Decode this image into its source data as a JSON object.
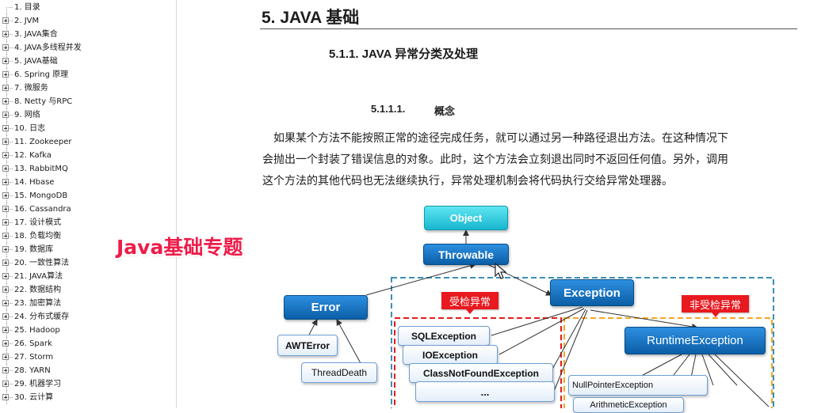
{
  "sidebar": {
    "items": [
      {
        "label": "1. 目录",
        "expandable": false
      },
      {
        "label": "2. JVM",
        "expandable": true
      },
      {
        "label": "3. JAVA集合",
        "expandable": true
      },
      {
        "label": "4. JAVA多线程并发",
        "expandable": true
      },
      {
        "label": "5. JAVA基础",
        "expandable": true
      },
      {
        "label": "6. Spring 原理",
        "expandable": true
      },
      {
        "label": "7. 微服务",
        "expandable": true
      },
      {
        "label": "8. Netty 与RPC",
        "expandable": true
      },
      {
        "label": "9. 网络",
        "expandable": true
      },
      {
        "label": "10. 日志",
        "expandable": true
      },
      {
        "label": "11. Zookeeper",
        "expandable": true
      },
      {
        "label": "12. Kafka",
        "expandable": true
      },
      {
        "label": "13. RabbitMQ",
        "expandable": true
      },
      {
        "label": "14. Hbase",
        "expandable": true
      },
      {
        "label": "15. MongoDB",
        "expandable": true
      },
      {
        "label": "16. Cassandra",
        "expandable": true
      },
      {
        "label": "17. 设计模式",
        "expandable": true
      },
      {
        "label": "18. 负载均衡",
        "expandable": true
      },
      {
        "label": "19. 数据库",
        "expandable": true
      },
      {
        "label": "20. 一致性算法",
        "expandable": true
      },
      {
        "label": "21. JAVA算法",
        "expandable": true
      },
      {
        "label": "22. 数据结构",
        "expandable": true
      },
      {
        "label": "23. 加密算法",
        "expandable": true
      },
      {
        "label": "24. 分布式缓存",
        "expandable": true
      },
      {
        "label": "25. Hadoop",
        "expandable": true
      },
      {
        "label": "26. Spark",
        "expandable": true
      },
      {
        "label": "27. Storm",
        "expandable": true
      },
      {
        "label": "28. YARN",
        "expandable": true
      },
      {
        "label": "29. 机器学习",
        "expandable": true
      },
      {
        "label": "30. 云计算",
        "expandable": true
      }
    ]
  },
  "document": {
    "h1": "5. JAVA 基础",
    "h2": "5.1.1.  JAVA 异常分类及处理",
    "h3_number": "5.1.1.1.",
    "h3_title": "概念",
    "paragraph_lines": [
      "如果某个方法不能按照正常的途径完成任务，就可以通过另一种路径退出方法。在这种情况下",
      "会抛出一个封装了错误信息的对象。此时，这个方法会立刻退出同时不返回任何值。另外，调用",
      "这个方法的其他代码也无法继续执行，异常处理机制会将代码执行交给异常处理器。"
    ]
  },
  "overlay": {
    "text": "Java基础专题",
    "color": "#ee1c4a"
  },
  "diagram": {
    "nodes": {
      "object": "Object",
      "throwable": "Throwable",
      "error": "Error",
      "exception": "Exception",
      "awt_error": "AWTError",
      "thread_death": "ThreadDeath",
      "sql_exception": "SQLException",
      "io_exception": "IOException",
      "class_not_found": "ClassNotFoundException",
      "ellipsis": "...",
      "runtime_exception": "RuntimeException",
      "null_pointer": "NullPointerException",
      "arithmetic": "ArithmeticException"
    },
    "tags": {
      "checked": "受检异常",
      "unchecked": "非受检异常"
    },
    "colors": {
      "cyan_node": "#17b6cf",
      "blue_node": "#0b5ea6",
      "tag_red": "#e8191f",
      "checked_border": "#e8191f",
      "unchecked_border": "#f5a623",
      "exception_border": "#3a8fb7"
    }
  },
  "icons": {
    "cursor": "mouse-pointer-icon",
    "expand": "plus-box-icon"
  }
}
